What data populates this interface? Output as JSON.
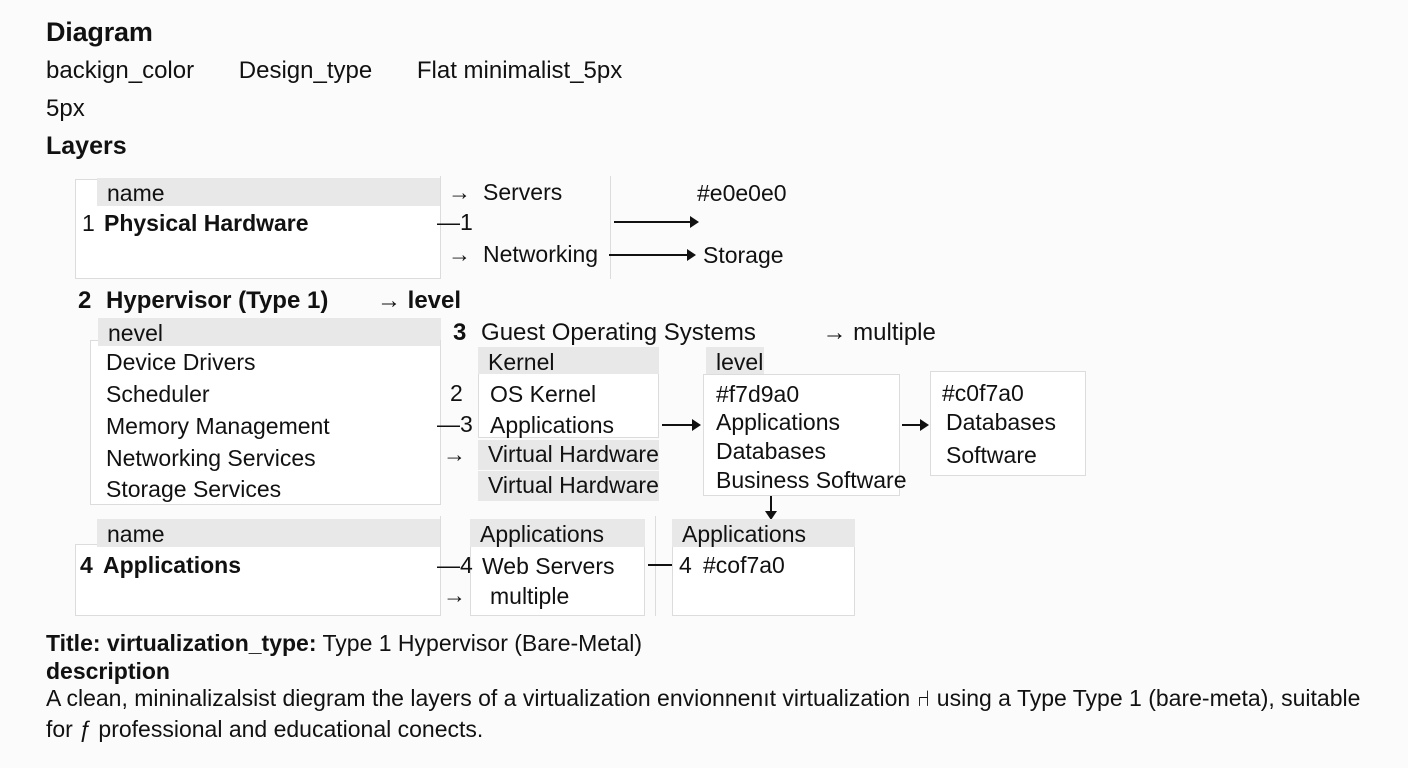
{
  "header": {
    "title": "Diagram",
    "meta": [
      "backign_color",
      "Design_type",
      "Flat minimalist_5px"
    ],
    "meta2": "5px",
    "layers_label": "Layers"
  },
  "layer1": {
    "tab": "name",
    "index": "1",
    "name": "Physical Hardware",
    "annotations": {
      "servers_arrow": "→",
      "servers": "Servers",
      "dash_one": "—1",
      "networking_arrow": "→",
      "networking": "Networking"
    },
    "right": {
      "color": "#e0e0e0",
      "storage": "Storage"
    }
  },
  "layer2": {
    "heading_index": "2",
    "heading_name": "Hypervisor (Type 1)",
    "heading_arrow": "→ level",
    "tab": "nevel",
    "rows": [
      "Device Drivers",
      "Scheduler",
      "Memory Management",
      "Networking Services",
      "Storage Services"
    ]
  },
  "layer3": {
    "heading_index": "3",
    "heading_name": "Guest Operating Systems",
    "heading_arrow": "→ multiple",
    "kernel": {
      "tab": "Kernel",
      "rows": [
        {
          "num": "2",
          "label": "OS Kernel",
          "gray": false
        },
        {
          "num": "—3",
          "label": "Applications",
          "gray": false
        },
        {
          "num": "→",
          "label": "Virtual Hardware",
          "gray": true
        },
        {
          "num": "",
          "label": "Virtual Hardware",
          "gray": true
        }
      ]
    },
    "apps_box": {
      "tab": "level",
      "rows": [
        "#f7d9a0",
        "Applications",
        "Databases",
        "Business Software"
      ]
    },
    "db_box": {
      "tab": "#c0f7a0",
      "rows": [
        "Databases",
        "Software"
      ]
    }
  },
  "layer4": {
    "left": {
      "tab": "name",
      "index": "4",
      "name": "Applications"
    },
    "middle": {
      "tab": "Applications",
      "rows": [
        {
          "num": "—4",
          "label": "Web Servers"
        },
        {
          "num": "→",
          "label": "multiple"
        }
      ]
    },
    "right": {
      "tab": "Applications",
      "num": "4",
      "label": "#cof7a0"
    }
  },
  "footer": {
    "title_label": "Title: virtualization_type:",
    "title_value": "Type 1 Hypervisor (Bare-Metal)",
    "description_label": "description",
    "description_body": "A clean, mininalizalsist diegram the layers of a virtualization envionnenıt virtualization ⑁ using a Type Type 1 (bare-meta), suitable for ƒ professional and educational conects."
  }
}
